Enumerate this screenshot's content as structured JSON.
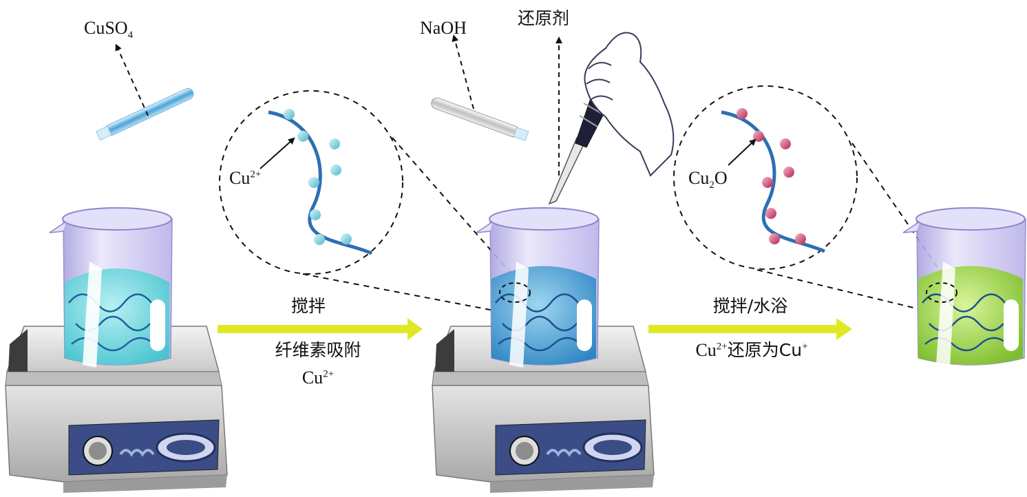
{
  "reagents": {
    "cuso4_prefix": "CuSO",
    "cuso4_sub": "4",
    "naoh": "NaOH",
    "reductant": "还原剂"
  },
  "insets": {
    "cu2_base": "Cu",
    "cu2_sup": "2+",
    "cu2o_base": "Cu",
    "cu2o_sub": "2",
    "cu2o_tail": "O"
  },
  "steps": {
    "step1_top": "搅拌",
    "step1_bottom_line1": "纤维素吸附",
    "step1_bottom_line2_base": "Cu",
    "step1_bottom_line2_sup": "2+",
    "step2_top": "搅拌/水浴",
    "step2_bottom_a": "Cu",
    "step2_bottom_a_sup": "2+",
    "step2_bottom_b": "还原为Cu",
    "step2_bottom_b_sup": "+"
  },
  "colors": {
    "arrow": "#dfe825",
    "fiber": "#2e6fb3",
    "cu2_ion": "#7fd3df",
    "cu2o_particle": "#c8325a",
    "solution_1": "#7fd9e2",
    "solution_2": "#4aa6d6",
    "solution_3": "#9fd24a",
    "glass": "#c9c4ef"
  },
  "icons": [
    "test-tube-icon",
    "pipette-icon",
    "glove-hand-icon",
    "beaker-icon",
    "hotplate-stirrer-icon",
    "magnified-inset-icon"
  ]
}
